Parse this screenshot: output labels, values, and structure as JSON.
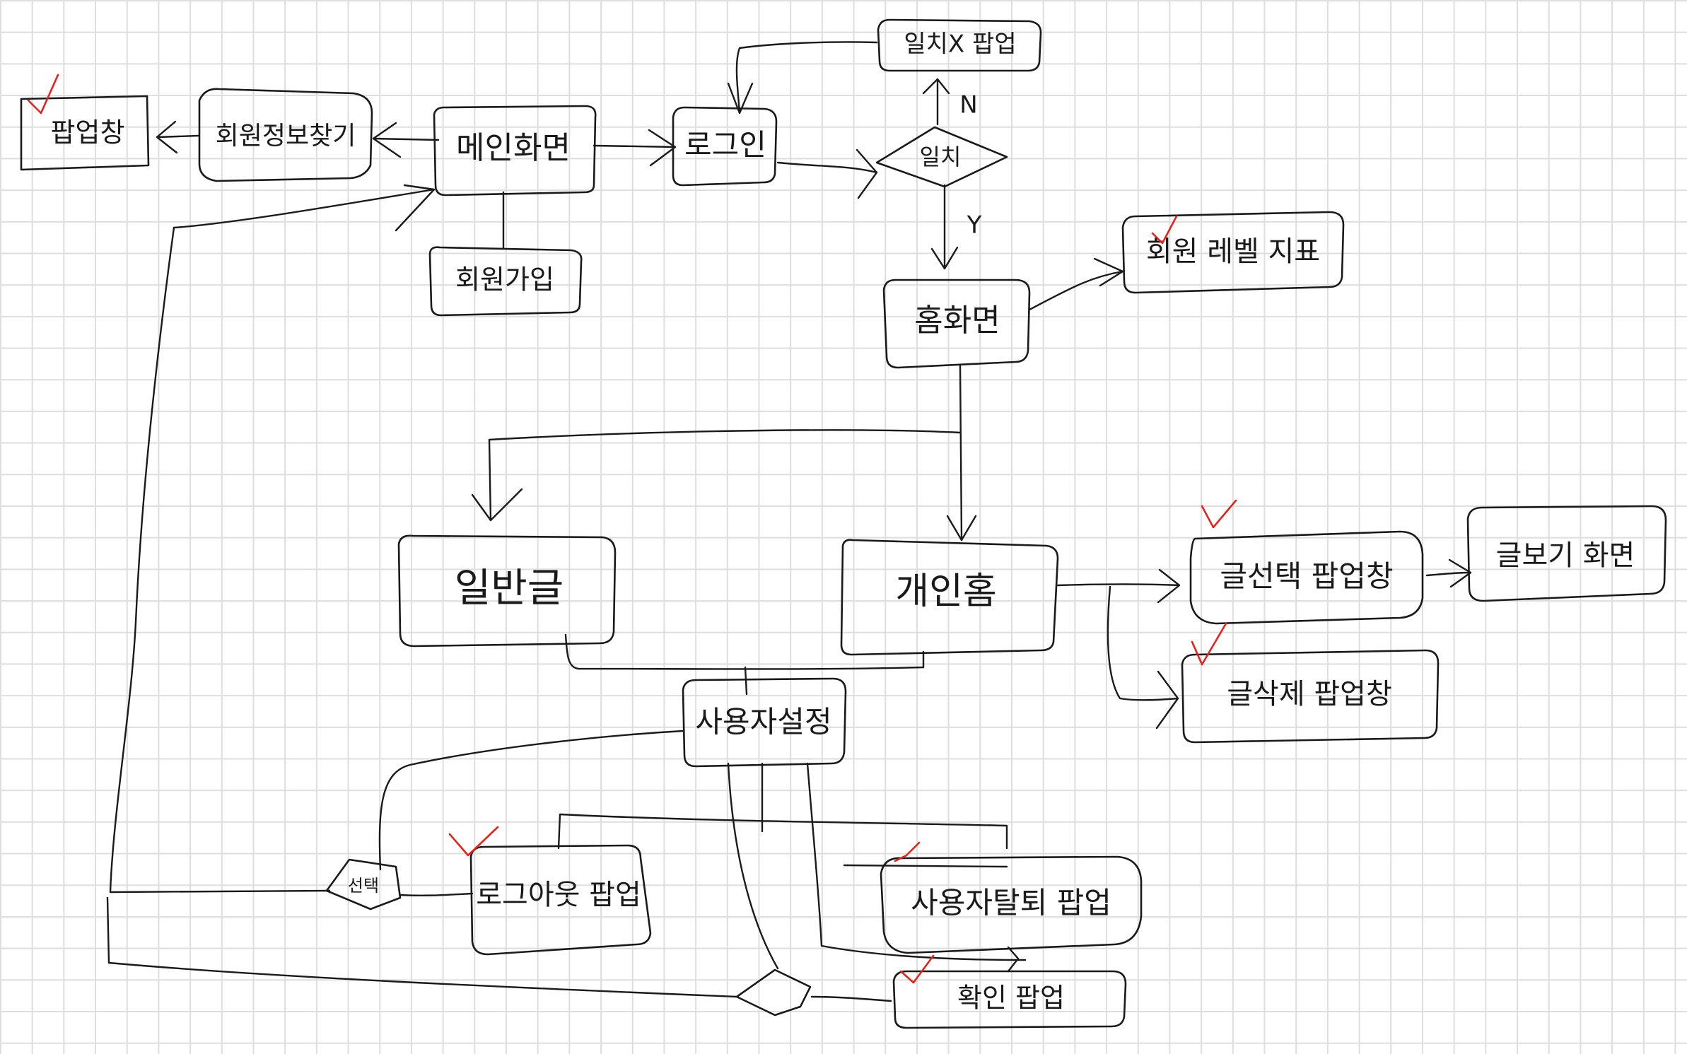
{
  "diagram": {
    "nodes": {
      "main": "메인화면",
      "find_info": "회원정보찾기",
      "popup": "팝업창",
      "signup": "회원가입",
      "login": "로그인",
      "mismatch": "일치X 팝업",
      "match": "일치",
      "match_no": "N",
      "match_yes": "Y",
      "home": "홈화면",
      "member_level": "회원 레벨 지표",
      "general": "일반글",
      "personal": "개인홈",
      "post_select": "글선택 팝업창",
      "post_view": "글보기 화면",
      "post_delete": "글삭제 팝업창",
      "user_setting": "사용자설정",
      "choice": "선택",
      "logout": "로그아웃 팝업",
      "withdraw": "사용자탈퇴 팝업",
      "confirm": "확인 팝업"
    },
    "colors": {
      "ink": "#1a1a1a",
      "check": "#e3231e",
      "grid": "#dedede"
    }
  }
}
